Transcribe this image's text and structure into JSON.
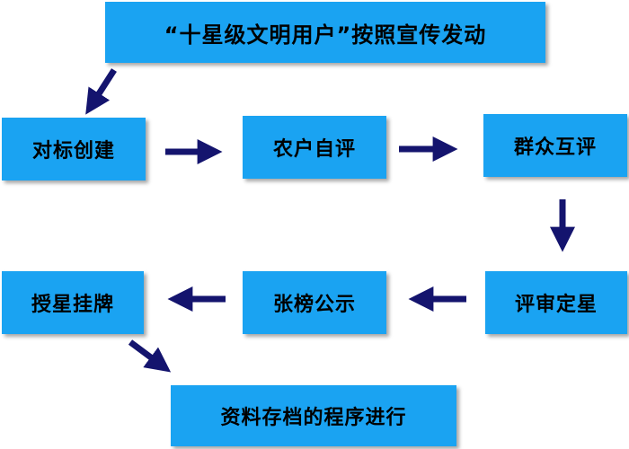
{
  "nodes": {
    "top": "“十星级文明用户”按照宣传发动",
    "step1": "对标创建",
    "step2": "农户自评",
    "step3": "群众互评",
    "step4": "评审定星",
    "step5": "张榜公示",
    "step6": "授星挂牌",
    "bottom": "资料存档的程序进行"
  },
  "colors": {
    "box": "#1aa3f2",
    "arrow": "#14146e",
    "text": "#000000"
  }
}
